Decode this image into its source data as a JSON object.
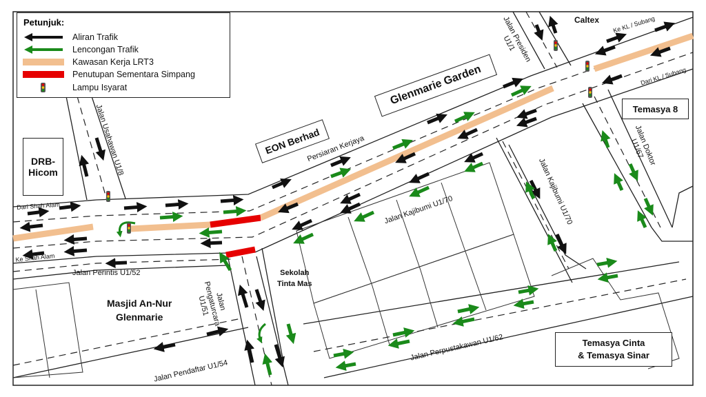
{
  "legend": {
    "title": "Petunjuk:",
    "items": [
      {
        "label": "Aliran Trafik",
        "color": "#111111",
        "kind": "arrow"
      },
      {
        "label": "Lencongan Trafik",
        "color": "#1a8a1a",
        "kind": "arrow"
      },
      {
        "label": "Kawasan Kerja LRT3",
        "color": "#f2bf8f",
        "kind": "bar"
      },
      {
        "label": "Penutupan Sementara Simpang",
        "color": "#e60000",
        "kind": "bar"
      },
      {
        "label": "Lampu Isyarat",
        "color": "#555555",
        "kind": "light"
      }
    ]
  },
  "places": {
    "glenmarie_garden": "Glenmarie Garden",
    "eon_berhad": "EON Berhad",
    "drb_hicom": "DRB-\nHicom",
    "temasya_8": "Temasya 8",
    "temasya_cinta": "Temasya Cinta\n& Temasya Sinar",
    "caltex": "Caltex",
    "masjid": "Masjid An-Nur\nGlenmarie",
    "sekolah": "Sekolah\nTinta Mas"
  },
  "roads": {
    "persiaran_kerjaya": "Persiaran Kerjaya",
    "jalan_usahawan": "Jalan Usahawan U1/8",
    "jalan_presiden": "Jalan Presiden\nU1/1",
    "jalan_doktor": "Jalan Doktor\nU1/67",
    "jalan_kajibumi_70": "Jalan Kajibumi U1/70",
    "jalan_kajibumi_h": "Jalan Kajibumi  U1/70",
    "jalan_perintis": "Jalan Perintis U1/52",
    "jalan_pengaturcara": "Jalan\nPengaturcara\nU1/51",
    "jalan_pendaftar": "Jalan Pendaftar U1/54",
    "jalan_perpustakawan": "Jalan Perpustakawan U1/62",
    "dari_shah_alam": "Dari Shah Alam",
    "ke_shah_alam": "Ke Shah Alam",
    "ke_kl_subang": "Ke KL / Subang",
    "dari_kl_subang": "Dari KL / Subang"
  },
  "colors": {
    "traffic": "#111111",
    "diversion": "#1a8a1a",
    "lrt_work": "#f2bf8f",
    "closure": "#e60000"
  }
}
